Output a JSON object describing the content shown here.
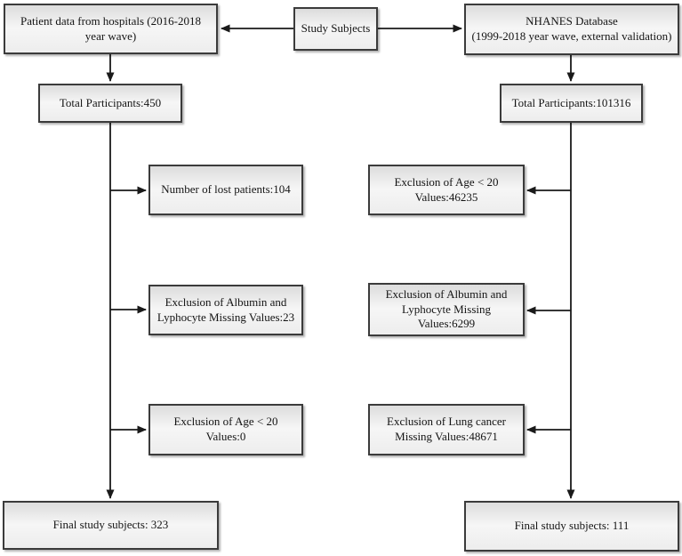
{
  "figure": {
    "type": "flow-diagram",
    "nodes": {
      "study_subjects": {
        "label": "Study Subjects"
      },
      "hospital_source": {
        "label": "Patient data from hospitals (2016-2018\nyear wave)"
      },
      "nhanes_source": {
        "label": "NHANES Database\n(1999-2018 year wave, external validation)"
      },
      "hospital_total": {
        "label": "Total Participants:450"
      },
      "nhanes_total": {
        "label": "Total Participants:101316"
      },
      "hospital_exclusion_1": {
        "label": "Number of lost patients:104"
      },
      "hospital_exclusion_2": {
        "label": "Exclusion of Albumin and\nLyphocyte Missing Values:23"
      },
      "hospital_exclusion_3": {
        "label": "Exclusion of Age < 20\nValues:0"
      },
      "nhanes_exclusion_1": {
        "label": "Exclusion of Age < 20\nValues:46235"
      },
      "nhanes_exclusion_2": {
        "label": "Exclusion of Albumin and\nLyphocyte Missing\nValues:6299"
      },
      "nhanes_exclusion_3": {
        "label": "Exclusion of Lung cancer\nMissing Values:48671"
      },
      "hospital_final": {
        "label": "Final study subjects: 323"
      },
      "nhanes_final": {
        "label": "Final study subjects: 111"
      }
    },
    "colors": {
      "box_border": "#3b3b3b",
      "box_fill_top": "#dcdcdc",
      "box_fill_bottom": "#ededed",
      "line": "#1a1a1a",
      "text": "#141414",
      "background": "#ffffff"
    }
  }
}
